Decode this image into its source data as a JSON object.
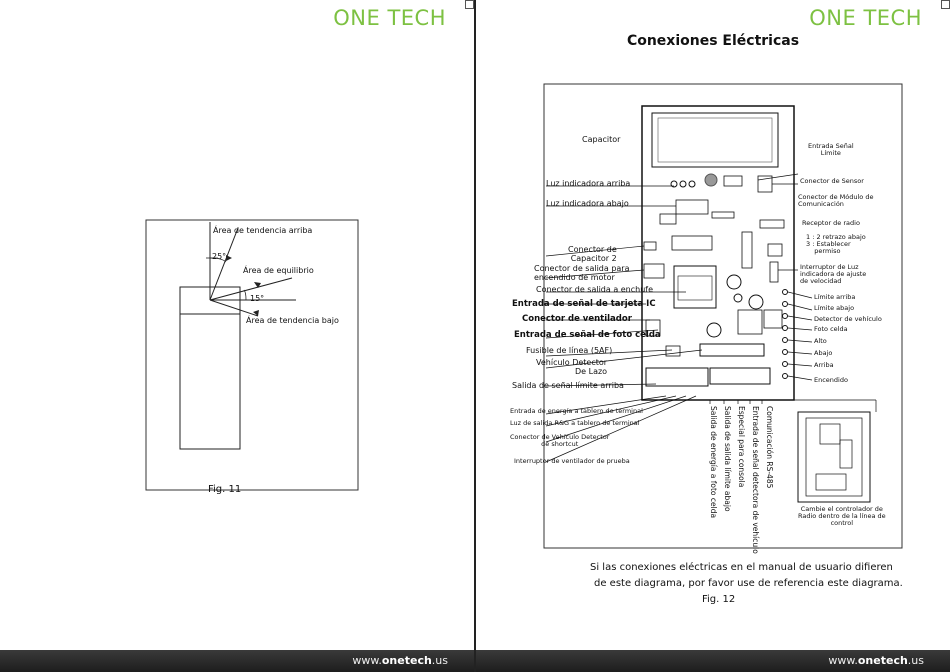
{
  "brand": {
    "logo_left": "ONE TECH",
    "logo_right": "ONE TECH",
    "url_prefix": "www.",
    "url_bold": "onetech",
    "url_suffix": ".us"
  },
  "left_page": {
    "labels": {
      "up": "Área de tendencia arriba",
      "angle_up": "25°",
      "equilibrium": "Área de equilibrio",
      "angle_down": "15°",
      "down": "Área de tendencia bajo"
    },
    "caption": "Fig. 11"
  },
  "right_page": {
    "title": "Conexiones Eléctricas",
    "labels": {
      "capacitor": "Capacitor",
      "limit_signal": "Entrada Señal\nLímite",
      "sensor_conn": "Conector de Sensor",
      "comm_module": "Conector de Módulo de\nComunicación",
      "led_up": "Luz indicadora arriba",
      "led_down": "Luz indicadora abajo",
      "radio_receiver": "Receptor de radio",
      "dip_info": "1 : 2 retrazo abajo\n3 : Establecer\n    permiso",
      "cap2": "Conector de\nCapacitor 2",
      "motor_out": "Conector de salida para\nencendido de motor",
      "plug_out": "Conector de salida a enchufe",
      "speed_switch": "Interruptor de Luz\nindicadora de ajuste\nde velocidad",
      "ic_card": "Entrada de señal de tarjeta IC",
      "fan_conn": "Conector de ventilador",
      "photo_cell_in": "Entrada de señal de foto celda",
      "fuse": "Fusible de línea (5AF)",
      "loop_detector": "Vehículo Detector\nDe Lazo",
      "limit_up_out": "Salida de señal límite arriba",
      "limit_up": "Límite arriba",
      "limit_down": "Límite abajo",
      "vehicle_detector": "Detector de vehículo",
      "photo_cell": "Foto celda",
      "stop": "Alto",
      "down": "Abajo",
      "up": "Arriba",
      "power_on": "Encendido",
      "power_in": "Entrada de energía a tablero de terminal",
      "rg_light": "Luz de salida R&G a tablero de terminal",
      "vehicle_detector_conn": "Conector de Vehículo Detector\nde shortcut",
      "fan_test": "Interruptor de ventilador de prueba",
      "v1": "Salida de energía a foto celda",
      "v2": "Salida de salida límite abajo",
      "v3": "Especial para consola",
      "v4": "Entrada de señal detectora de vehículo",
      "v5": "Comunicación RS-485",
      "remote": "Cambie el controlador de\nRadio dentro de la línea de\ncontrol"
    },
    "note_line1": "Si las conexiones eléctricas en el manual de usuario difieren",
    "note_line2": "de este diagrama, por favor use de referencia este diagrama.",
    "caption": "Fig. 12"
  }
}
